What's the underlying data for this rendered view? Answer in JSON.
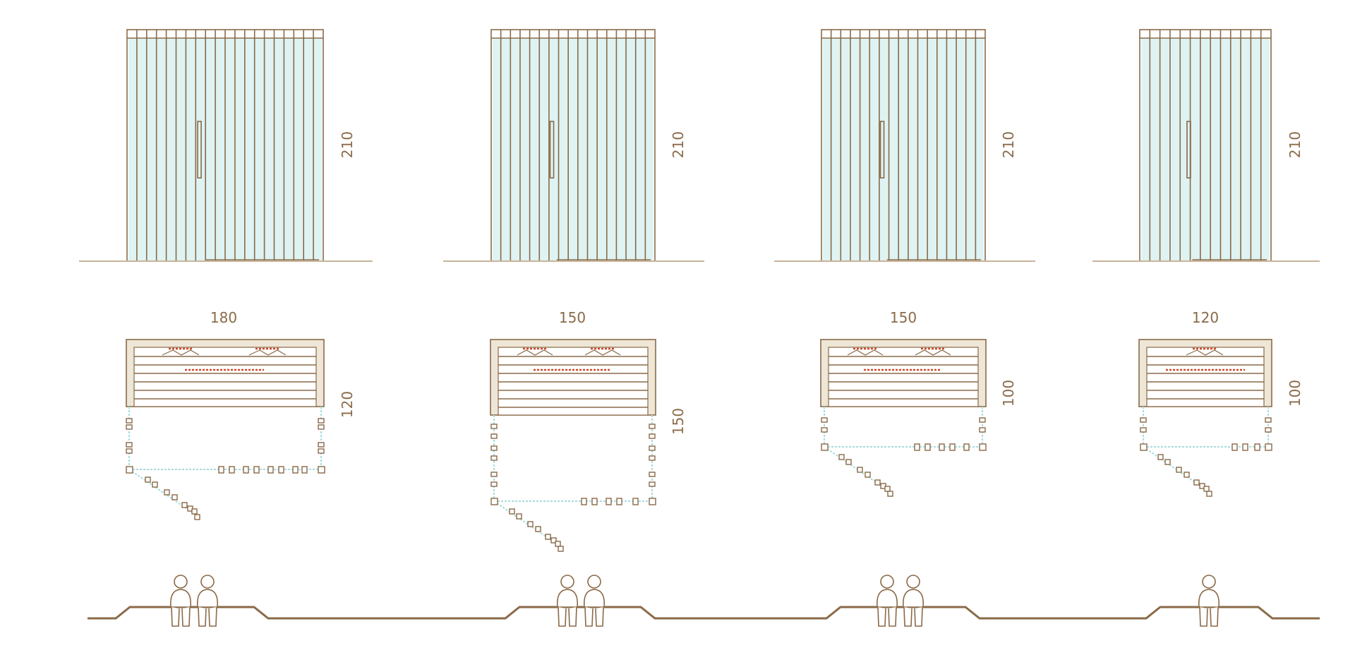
{
  "units": [
    {
      "id": "sauna-180",
      "height_label": "210",
      "width_label": "180",
      "depth_label": "120",
      "persons": 2
    },
    {
      "id": "sauna-150x150",
      "height_label": "210",
      "width_label": "150",
      "depth_label": "150",
      "persons": 2
    },
    {
      "id": "sauna-150x100",
      "height_label": "210",
      "width_label": "150",
      "depth_label": "100",
      "persons": 2
    },
    {
      "id": "sauna-120",
      "height_label": "210",
      "width_label": "120",
      "depth_label": "100",
      "persons": 1
    }
  ],
  "colors": {
    "line": "#8a6a48",
    "glass": "#dff3f3",
    "wood_panel": "#eee6d6",
    "heater": "#d0482a",
    "ground": "#c9b49a"
  }
}
